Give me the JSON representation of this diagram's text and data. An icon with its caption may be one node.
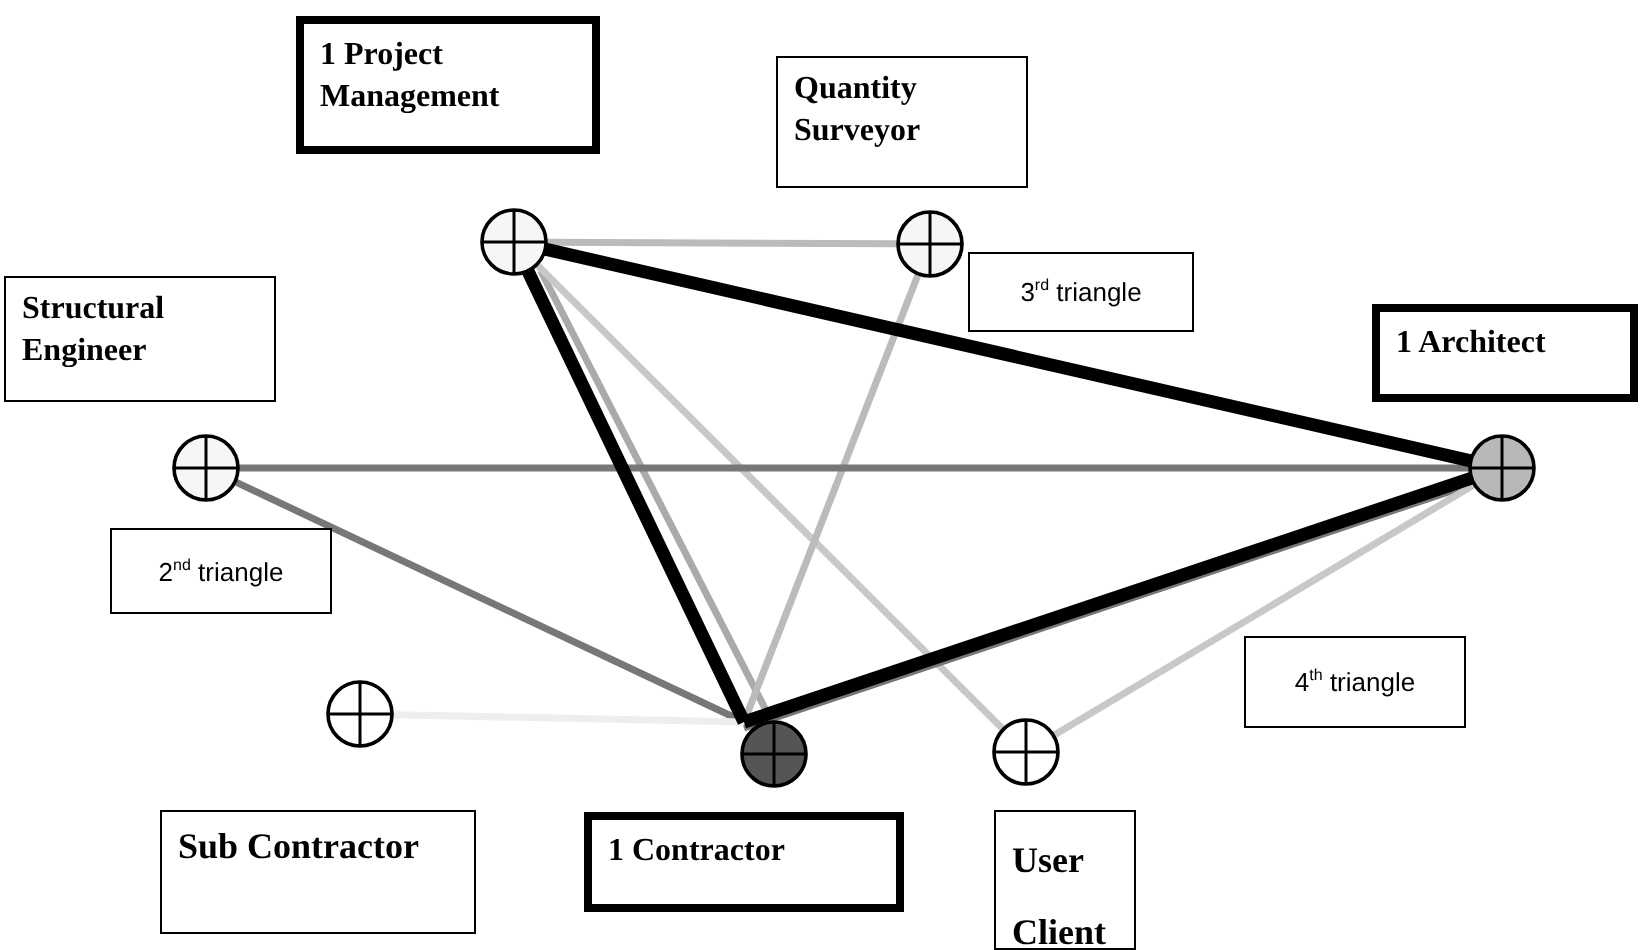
{
  "diagram": {
    "nodes": [
      {
        "text": [
          "1 Project Management"
        ]
      },
      {
        "text": [
          "Quantity Surveyor"
        ]
      },
      {
        "text": [
          "Structural Engineer"
        ]
      },
      {
        "text": [
          "1 Architect"
        ]
      },
      {
        "text": [
          "Sub Contractor"
        ]
      },
      {
        "text": [
          "1 Contractor"
        ]
      },
      {
        "text": [
          "User Client"
        ]
      },
      {
        "text": [
          "3$^{rd}$ triangle"
        ]
      },
      {
        "text": [
          "2$^{nd}$ triangle"
        ]
      },
      {
        "text": [
          "4$^{th}$ triangle"
        ]
      },
      {
        "text": [],
        "shape": "circle"
      },
      {
        "text": [],
        "shape": "circle"
      },
      {
        "text": [],
        "shape": "circle"
      },
      {
        "text": [],
        "shape": "circle"
      },
      {
        "text": [],
        "shape": "circle"
      },
      {
        "text": [],
        "shape": "circle"
      },
      {
        "text": [],
        "shape": "circle"
      }
    ],
    "edges": [
      {
        "from": 10,
        "to": 11,
        "arrow": "none",
        "color": "#bbbbbb"
      },
      {
        "from": 10,
        "to": 15,
        "arrow": "none",
        "color": "#aaaaaa"
      },
      {
        "from": 10,
        "to": 16,
        "arrow": "none",
        "color": "#c8c8c8"
      },
      {
        "from": 11,
        "to": 15,
        "arrow": "none",
        "color": "#bbbbbb"
      },
      {
        "from": 12,
        "to": 13,
        "arrow": "none",
        "color": "#777777"
      },
      {
        "from": 12,
        "to": 15,
        "arrow": "none",
        "color": "#777777"
      },
      {
        "from": 15,
        "to": 13,
        "arrow": "none",
        "color": "#777777"
      },
      {
        "from": 16,
        "to": 13,
        "arrow": "none",
        "color": "#c8c8c8"
      },
      {
        "from": 14,
        "to": 15,
        "arrow": "none",
        "color": "#eeeeee"
      },
      {
        "from": 10,
        "to": 13,
        "arrow": "none",
        "style": "thick",
        "color": "#000000"
      },
      {
        "from": 10,
        "to": 15,
        "arrow": "none",
        "style": "thick",
        "color": "#000000"
      },
      {
        "from": 15,
        "to": 13,
        "arrow": "none",
        "style": "thick",
        "color": "#000000"
      }
    ]
  }
}
